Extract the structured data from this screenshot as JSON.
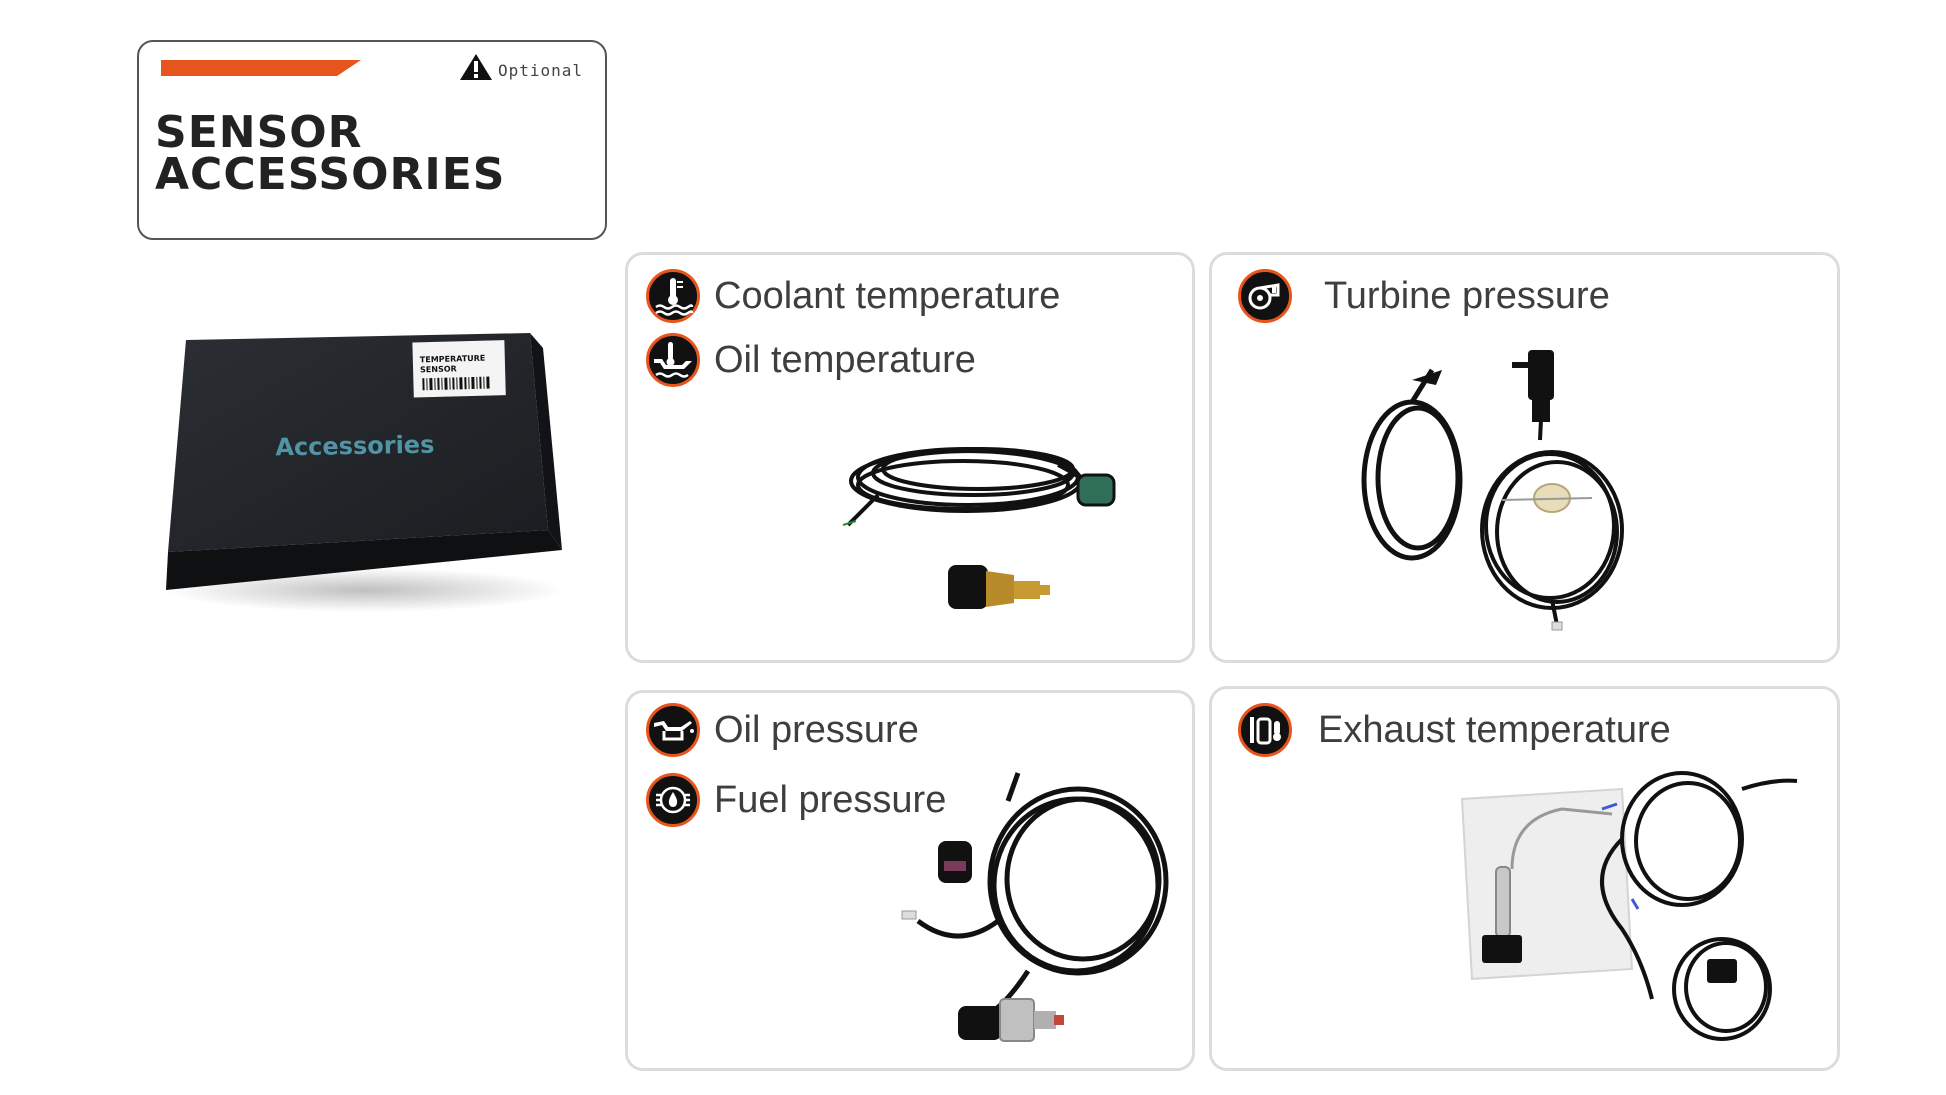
{
  "header": {
    "optional_label": "Optional",
    "title_line1": "SENSOR",
    "title_line2": "ACCESSORIES",
    "accent_color": "#e8551c"
  },
  "product_box": {
    "label": "Accessories",
    "sticker_line1": "TEMPERATURE",
    "sticker_line2": "SENSOR"
  },
  "panels": [
    {
      "labels": [
        {
          "text": "Coolant temperature",
          "icon": "coolant-temperature-icon"
        },
        {
          "text": "Oil temperature",
          "icon": "oil-temperature-icon"
        }
      ]
    },
    {
      "labels": [
        {
          "text": "Turbine pressure",
          "icon": "turbo-icon"
        }
      ]
    },
    {
      "labels": [
        {
          "text": "Oil pressure",
          "icon": "oil-can-icon"
        },
        {
          "text": "Fuel pressure",
          "icon": "fuel-pressure-icon"
        }
      ]
    },
    {
      "labels": [
        {
          "text": "Exhaust temperature",
          "icon": "exhaust-icon"
        }
      ]
    }
  ],
  "colors": {
    "icon_ring": "#e8551c",
    "icon_fill": "#111111",
    "panel_border": "#dcdcdc"
  }
}
